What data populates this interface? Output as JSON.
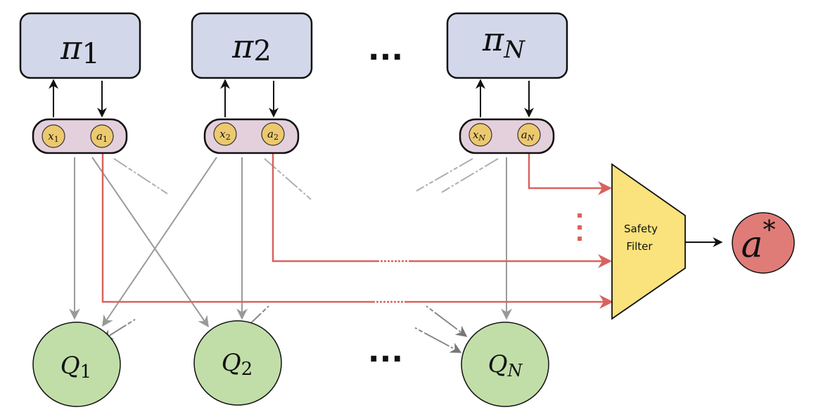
{
  "policies": [
    {
      "symbol": "π",
      "sub": "1",
      "state": {
        "sym": "x",
        "sub": "1"
      },
      "action": {
        "sym": "a",
        "sub": "1"
      }
    },
    {
      "symbol": "π",
      "sub": "2",
      "state": {
        "sym": "x",
        "sub": "2"
      },
      "action": {
        "sym": "a",
        "sub": "2"
      }
    },
    {
      "symbol": "π",
      "sub": "N",
      "state": {
        "sym": "x",
        "sub": "N"
      },
      "action": {
        "sym": "a",
        "sub": "N"
      }
    }
  ],
  "critics": [
    {
      "symbol": "Q",
      "sub": "1"
    },
    {
      "symbol": "Q",
      "sub": "2"
    },
    {
      "symbol": "Q",
      "sub": "N"
    }
  ],
  "filter": {
    "line1": "Safety",
    "line2": "Filter"
  },
  "output": {
    "symbol": "a",
    "sup": "*"
  },
  "ellipsis": "···",
  "colors": {
    "policy_fill": "#d2d8ea",
    "pair_fill": "#e4d0dc",
    "node_fill": "#ecc96e",
    "critic_fill": "#c1dea8",
    "filter_fill": "#fae27c",
    "output_fill": "#e07c78",
    "red_line": "#d9625f",
    "gray_line": "#9a9a9a"
  }
}
